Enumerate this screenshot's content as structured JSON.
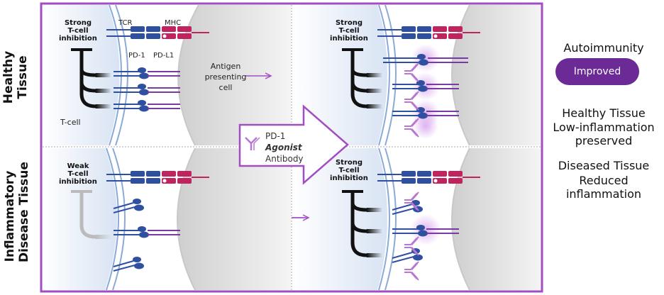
{
  "rows": {
    "healthy": "Healthy\nTissue",
    "disease": "Inflammatory\nDisease Tissue"
  },
  "labels": {
    "tcr": "TCR",
    "mhc": "MHC",
    "pd1": "PD-1",
    "pdl1": "PD-L1",
    "apc": "Antigen\npresenting\ncell",
    "tcell": "T-cell",
    "strong": "Strong\nT-cell\ninhibition",
    "weak": "Weak\nT-cell\ninhibition"
  },
  "agonist": {
    "line1": "PD-1",
    "line2": "Agonist",
    "line3": "Antibody"
  },
  "outcome": {
    "autoimmunity_title": "Autoimmunity",
    "autoimmunity_status": "Improved",
    "healthy_title": "Healthy Tissue",
    "healthy_text": "Low-inflammation\npreserved",
    "diseased_title": "Diseased Tissue",
    "diseased_text": "Reduced\ninflammation"
  },
  "colors": {
    "frame": "#a24ec2",
    "tcr_blue": "#2f4fa0",
    "mhc_pink": "#c0245e",
    "antibody": "#b877d0",
    "accent": "#6b2a96"
  }
}
